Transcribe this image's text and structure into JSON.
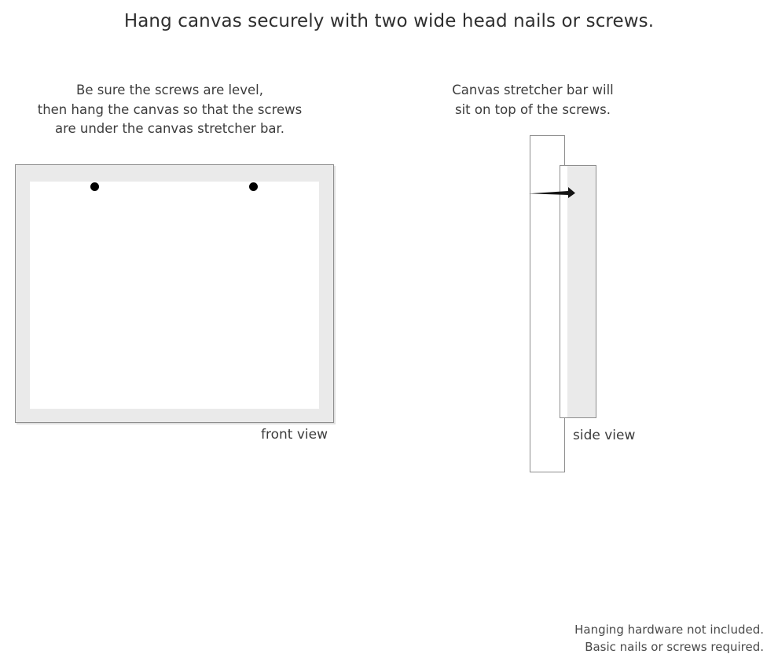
{
  "title": "Hang canvas securely with two wide head nails or screws.",
  "captions": {
    "left": {
      "line1": "Be sure the screws are level,",
      "line2": "then hang the canvas so that the screws",
      "line3": "are under the canvas stretcher bar."
    },
    "right": {
      "line1": "Canvas stretcher bar will",
      "line2": "sit on top of the screws."
    }
  },
  "diagrams": {
    "front": {
      "label": "front view",
      "frame_color": "#eaeaea",
      "frame_border_color": "#8e8e8e",
      "canvas_color": "#ffffff",
      "screw_color": "#000000",
      "screw_count": 2
    },
    "side": {
      "label": "side view",
      "wall_color": "#ffffff",
      "bar_color": "#eaeaea",
      "bar_border_color": "#8e8e8e",
      "nail_color": "#141414"
    }
  },
  "footnote": {
    "line1": "Hanging hardware not included.",
    "line2": "Basic nails or screws required."
  }
}
